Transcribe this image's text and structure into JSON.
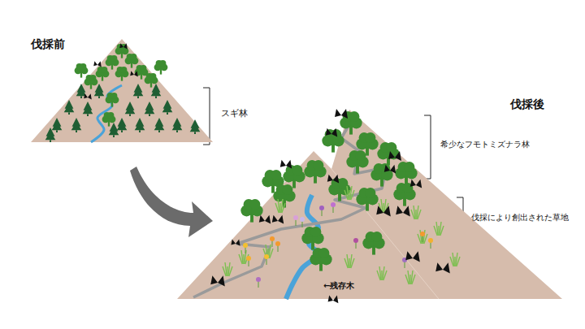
{
  "diagram": {
    "labels": [
      "伐採前",
      "スギ林",
      "伐採後",
      "希少なフモトミズナラ林",
      "伐採により創出された草地",
      "←残存木"
    ]
  }
}
